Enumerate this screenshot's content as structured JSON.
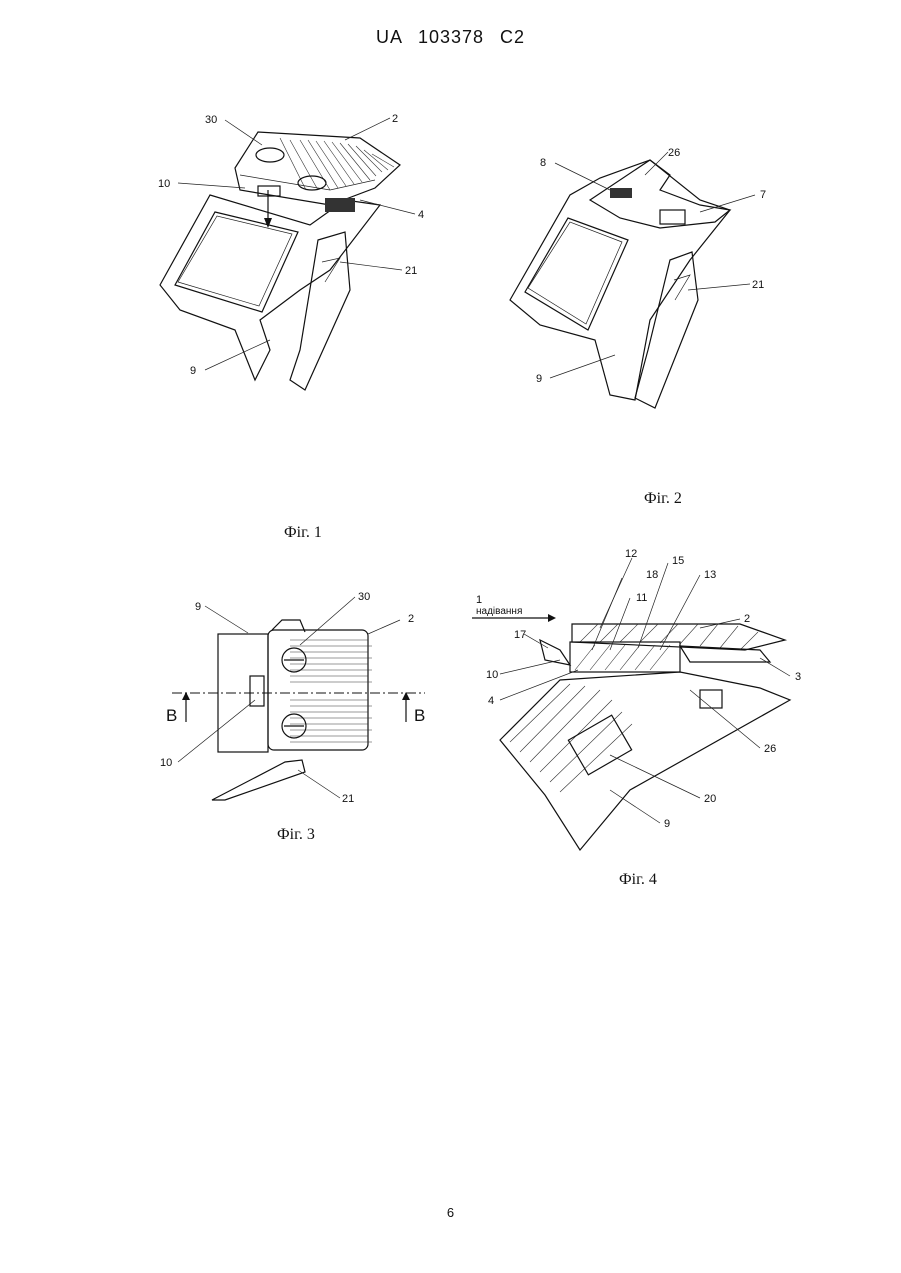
{
  "header": "UA 103378 C2",
  "page_number": "6",
  "figures": [
    {
      "caption": "Фіг. 1",
      "labels": [
        "30",
        "2",
        "10",
        "4",
        "21",
        "9"
      ]
    },
    {
      "caption": "Фіг. 2",
      "labels": [
        "26",
        "8",
        "7",
        "21",
        "9"
      ]
    },
    {
      "caption": "Фіг. 3",
      "labels": [
        "9",
        "30",
        "2",
        "B",
        "B",
        "10",
        "21"
      ]
    },
    {
      "caption": "Фіг. 4",
      "labels": [
        "12",
        "15",
        "18",
        "13",
        "1",
        "надівання",
        "11",
        "2",
        "17",
        "10",
        "3",
        "4",
        "26",
        "20",
        "9"
      ]
    }
  ]
}
